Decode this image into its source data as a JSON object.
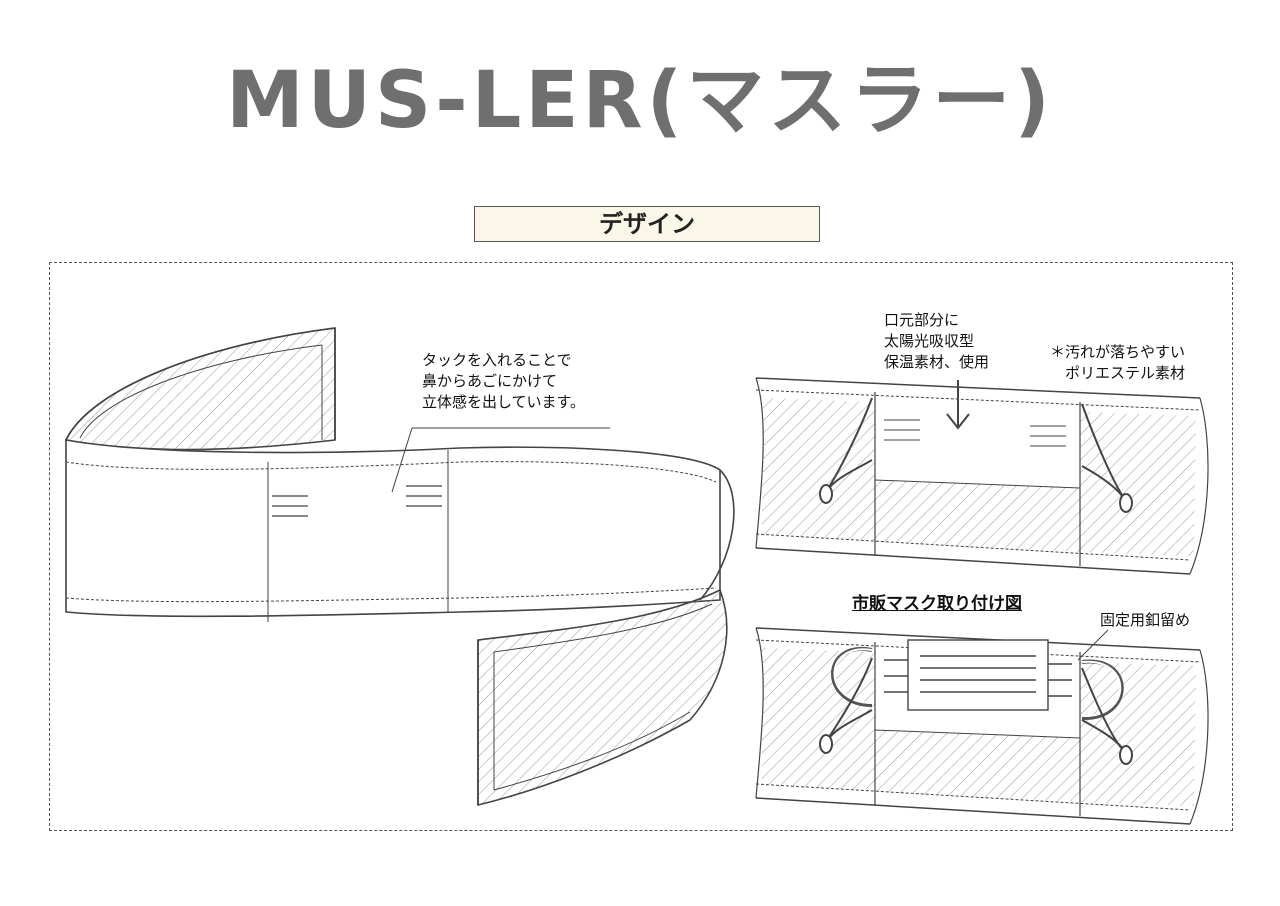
{
  "title": "MUS-LER(マスラー)",
  "section_label": "デザイン",
  "notes": {
    "tuck": "タックを入れることで\n鼻からあごにかけて\n立体感を出しています。",
    "mouth_area": "口元部分に\n太陽光吸収型\n保温素材、使用",
    "polyester": "＊汚れが落ちやすい\n　ポリエステル素材",
    "attach_title": "市販マスク取り付け図",
    "snap": "固定用釦留め"
  },
  "colors": {
    "title": "#6f6f6f",
    "label_bg": "#faf6e8",
    "line": "#444444",
    "hatch": "#9a9a9a"
  }
}
